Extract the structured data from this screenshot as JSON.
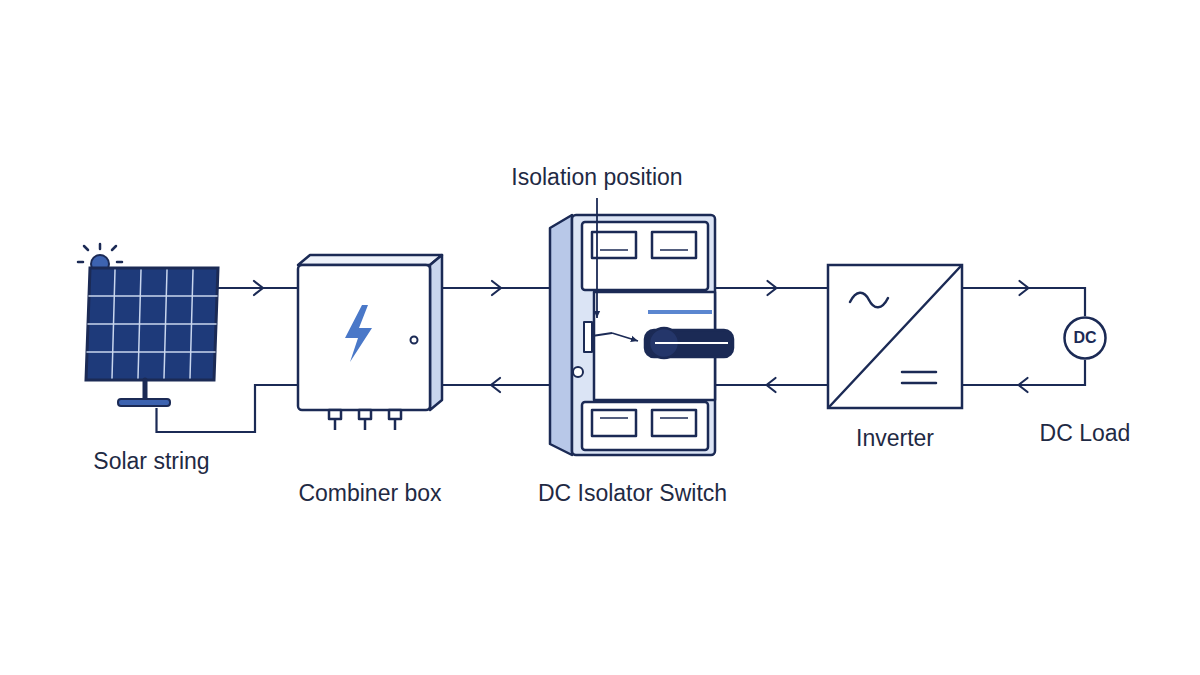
{
  "diagram": {
    "nodes": [
      {
        "text": [
          "Solar string"
        ]
      },
      {
        "text": [
          "Combiner box"
        ]
      },
      {
        "text": [
          "DC Isolator Switch"
        ]
      },
      {
        "text": [
          "Inverter"
        ]
      },
      {
        "text": [
          "DC",
          "DC Load"
        ]
      }
    ],
    "edges": [
      {
        "from": 0,
        "to": 1,
        "arrow": "to"
      },
      {
        "from": 0,
        "to": 1,
        "arrow": "none"
      },
      {
        "from": 1,
        "to": 2,
        "arrow": "to"
      },
      {
        "from": 2,
        "to": 1,
        "arrow": "to"
      },
      {
        "from": 2,
        "to": 3,
        "arrow": "to"
      },
      {
        "from": 3,
        "to": 2,
        "arrow": "to"
      },
      {
        "from": 3,
        "to": 4,
        "arrow": "to"
      },
      {
        "from": 4,
        "to": 3,
        "arrow": "to"
      }
    ],
    "labels": [
      "Isolation position"
    ]
  }
}
